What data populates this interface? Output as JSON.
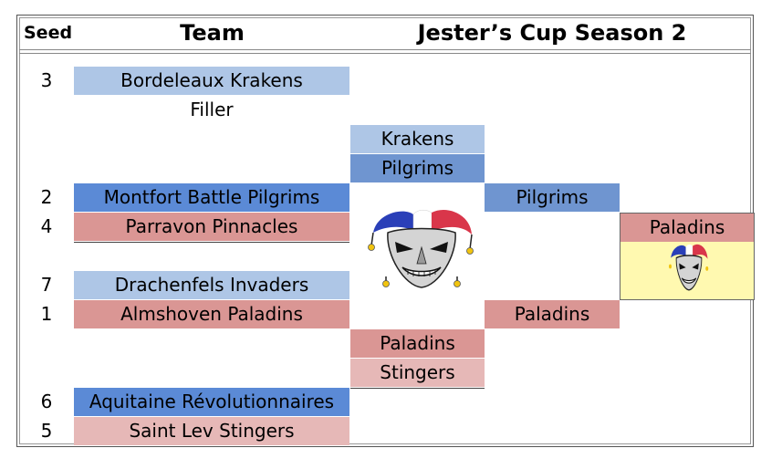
{
  "header": {
    "seed_label": "Seed",
    "team_label": "Team",
    "title": "Jester’s Cup Season 2"
  },
  "seeds": [
    "3",
    "2",
    "4",
    "7",
    "1",
    "6",
    "5"
  ],
  "round1": {
    "team_krakens": "Bordeleaux Krakens",
    "filler": "Filler",
    "team_pilgrims": "Montfort Battle Pilgrims",
    "team_pinnacles": "Parravon Pinnacles",
    "team_invaders": "Drachenfels Invaders",
    "team_paladins": "Almshoven Paladins",
    "team_revolutionnaires": "Aquitaine Révolutionnaires",
    "team_stingers": "Saint Lev Stingers"
  },
  "round2": {
    "krakens": "Krakens",
    "pilgrims": "Pilgrims",
    "paladins": "Paladins",
    "stingers": "Stingers"
  },
  "round3": {
    "pilgrims": "Pilgrims",
    "paladins": "Paladins"
  },
  "final": {
    "winner": "Paladins"
  },
  "colors": {
    "light_blue": "#aec6e6",
    "mid_blue": "#6f95d0",
    "dark_blue": "#5b8ad6",
    "light_red": "#e6b8b7",
    "mid_red": "#da9694",
    "yellow": "#fff9b0"
  },
  "icons": [
    "jester-mask-icon"
  ]
}
